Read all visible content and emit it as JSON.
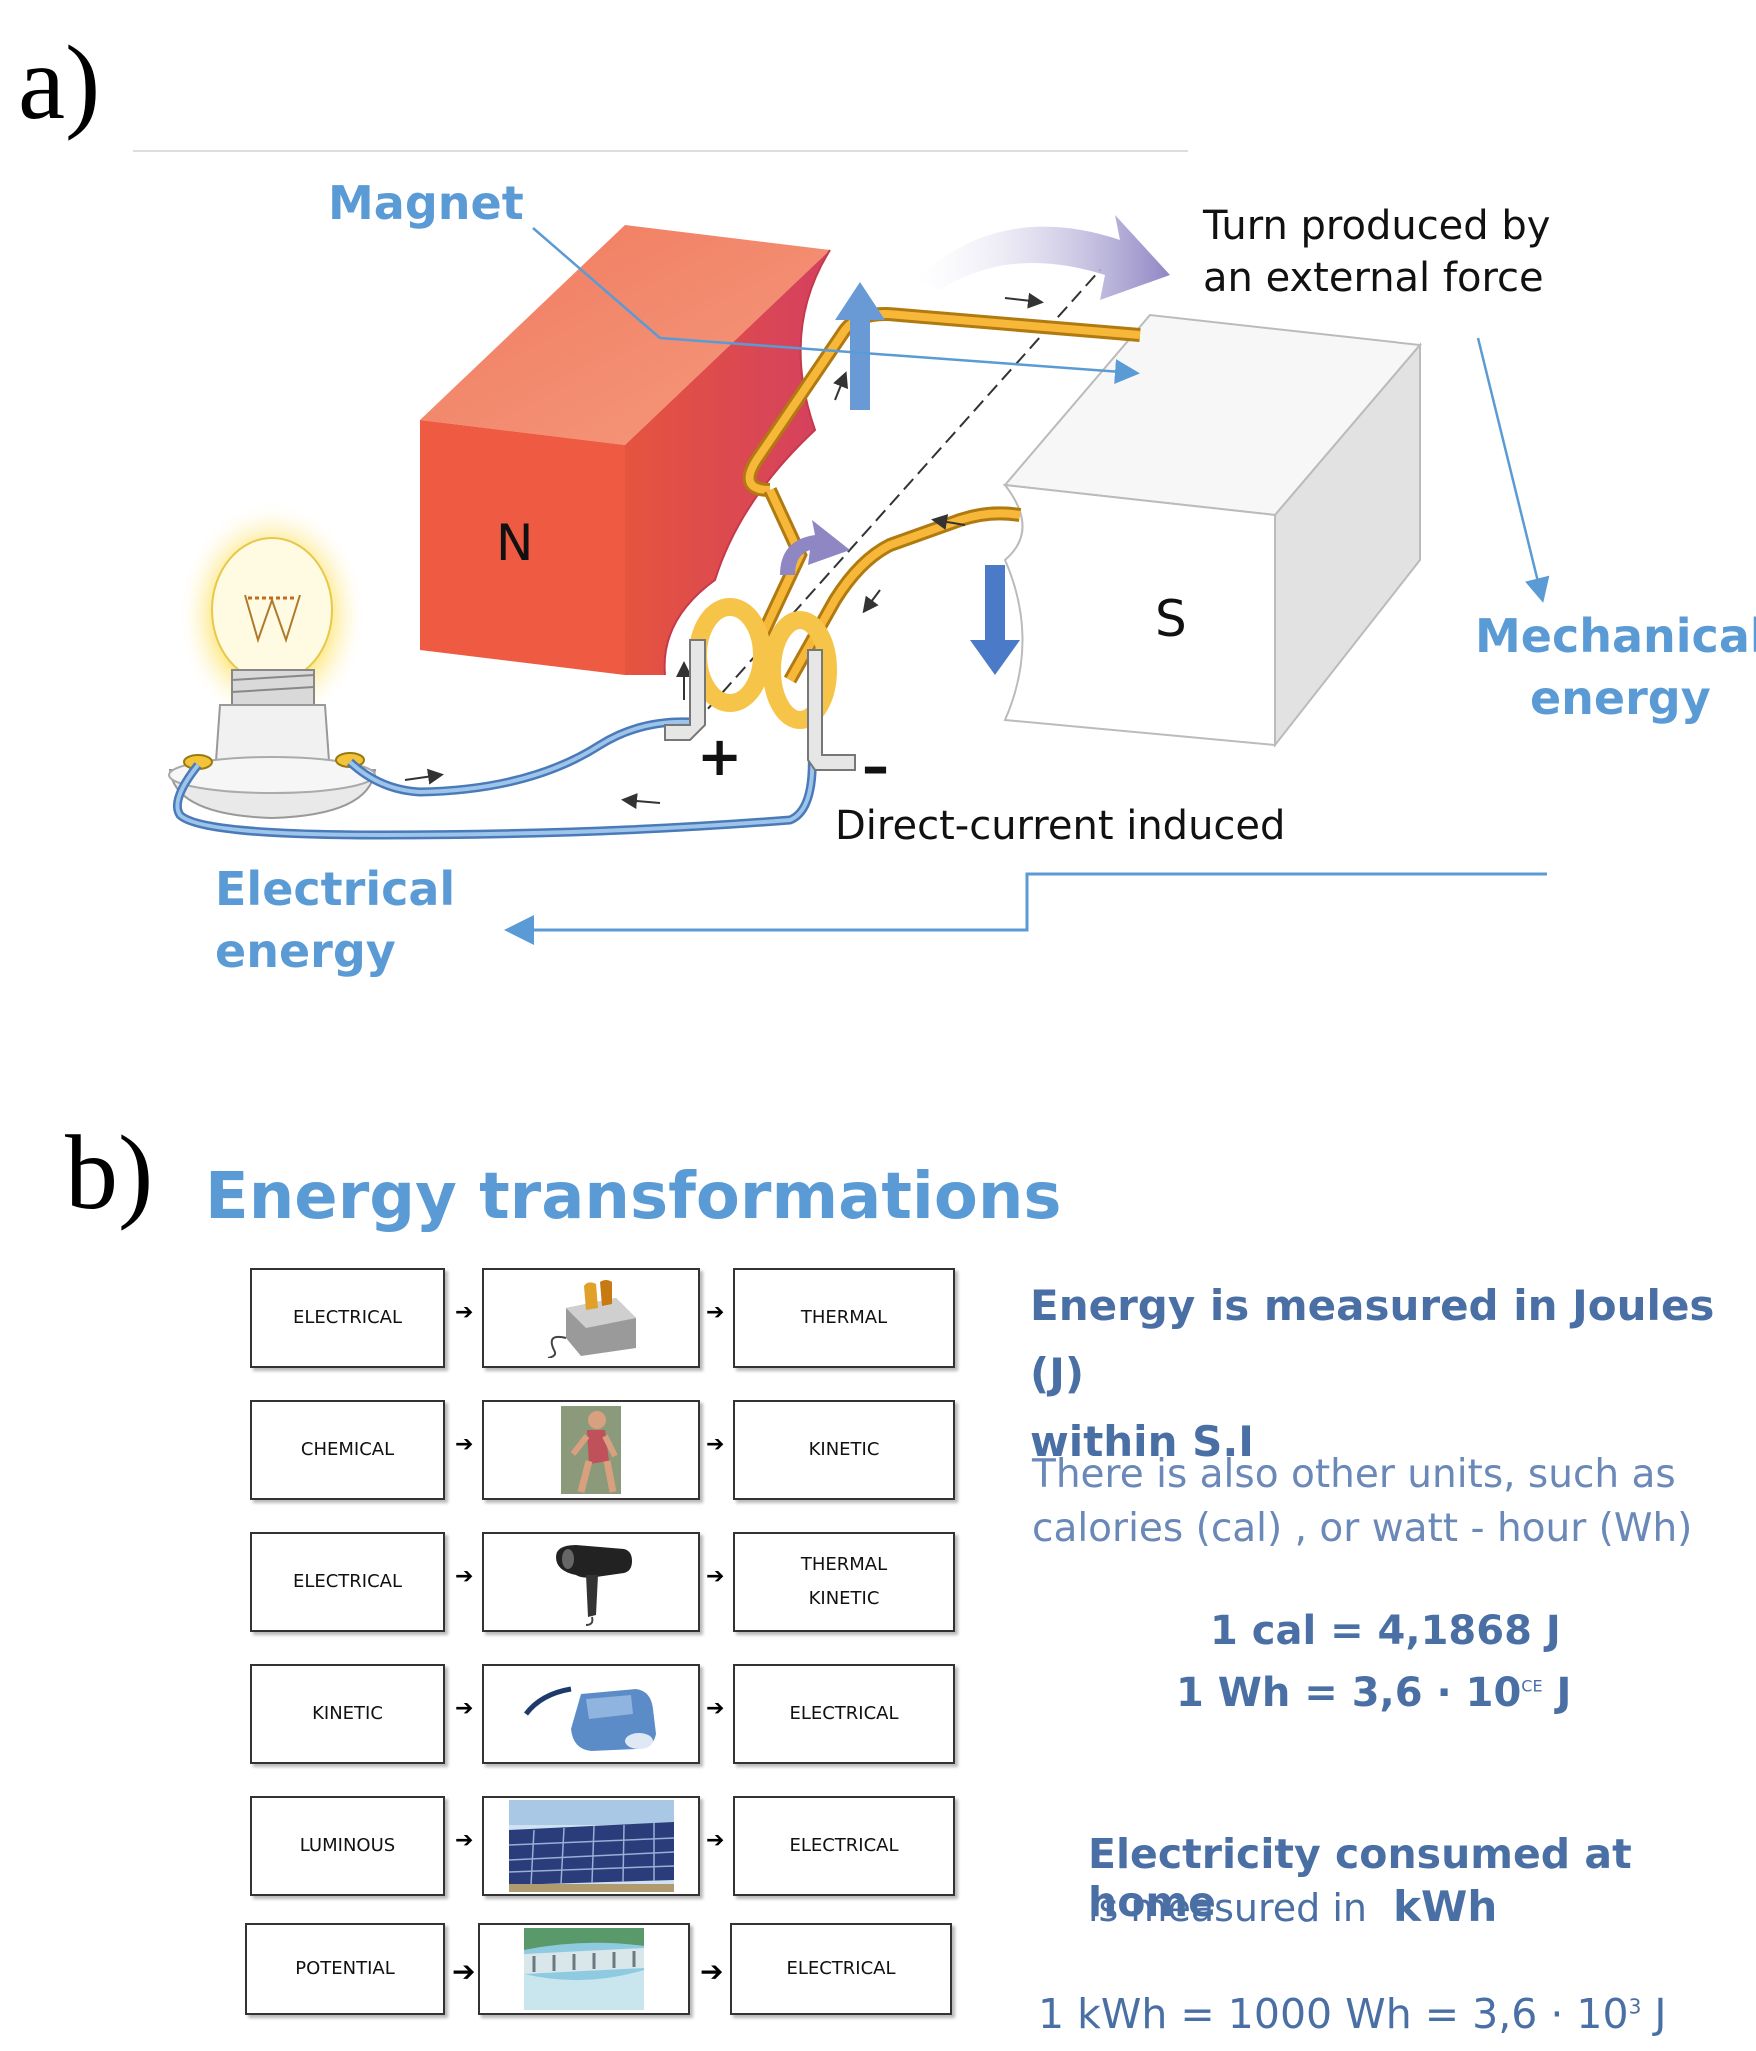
{
  "panel_a": {
    "label": "a)",
    "magnet_label": "Magnet",
    "turn_note": [
      "Turn produced by",
      "an external force"
    ],
    "north": "N",
    "south": "S",
    "plus": "+",
    "minus": "–",
    "mechanical_label": [
      "Mechanical",
      "energy"
    ],
    "dc_note": "Direct-current induced",
    "electrical_label": [
      "Electrical",
      "energy"
    ],
    "colors": {
      "label_blue": "#5b9bd5",
      "north_magnet": "#e8604a",
      "coil": "#f5b32a",
      "wire": "#5b8cc8",
      "rotation_arrow": "#8f86c4"
    }
  },
  "panel_b": {
    "label": "b)",
    "title": "Energy transformations",
    "arrow_glyph": "➔",
    "rows": [
      {
        "from": "ELECTRICAL",
        "device": "toaster-icon",
        "to": [
          "THERMAL"
        ]
      },
      {
        "from": "CHEMICAL",
        "device": "runner-icon",
        "to": [
          "KINETIC"
        ]
      },
      {
        "from": "ELECTRICAL",
        "device": "hair-dryer-icon",
        "to": [
          "THERMAL",
          "KINETIC"
        ]
      },
      {
        "from": "KINETIC",
        "device": "crank-flashlight-icon",
        "to": [
          "ELECTRICAL"
        ]
      },
      {
        "from": "LUMINOUS",
        "device": "solar-panel-icon",
        "to": [
          "ELECTRICAL"
        ]
      },
      {
        "from": "POTENTIAL",
        "device": "hydro-dam-icon",
        "to": [
          "ELECTRICAL"
        ]
      }
    ],
    "info": {
      "measured": [
        "Energy is measured in Joules (J)",
        "within S.I"
      ],
      "other_units": [
        "There is also other units, such as",
        "calories (cal) , or  watt - hour (Wh)"
      ],
      "cal_eq": "1  cal  =  4,1868  J",
      "wh_eq_main": "1  Wh  =  3,6  ·  10",
      "wh_eq_exp": "CE",
      "wh_eq_unit": "J",
      "home_title": "Electricity consumed at home",
      "home_sub": "is measured in",
      "home_unit": "kWh",
      "kwh_eq_main": "1  kWh  =  1000  Wh  =  3,6  ·  10",
      "kwh_eq_exp": "3",
      "kwh_eq_unit": "J"
    }
  }
}
